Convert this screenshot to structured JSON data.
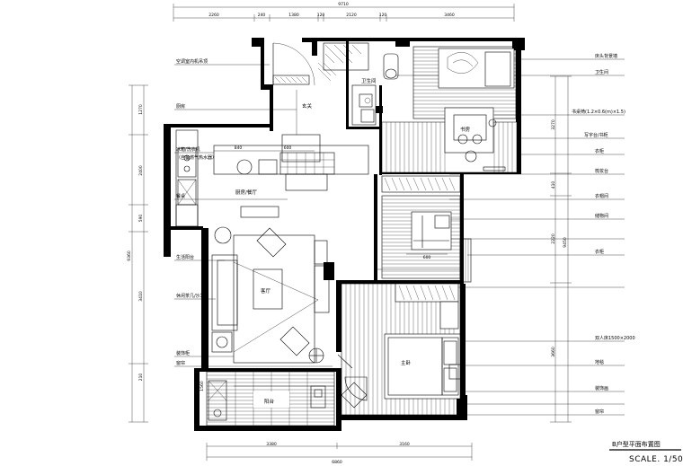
{
  "drawing": {
    "title": "B户型平面布置图",
    "scale": "SCALE. 1/50"
  },
  "dimensions_top": {
    "total": "9710",
    "segments": [
      "2260",
      "240",
      "1380",
      "120",
      "2120",
      "120",
      "3460"
    ]
  },
  "dimensions_bottom": {
    "segments": [
      "3380",
      "3160"
    ],
    "total": "6860"
  },
  "dimensions_left": [
    "1270",
    "2400",
    "590",
    "3410",
    "210"
  ],
  "dimensions_left_total": "9360",
  "dimensions_right": [
    "3270",
    "410",
    "2220",
    "3660"
  ],
  "dimensions_right_total": "9450",
  "dimensions_inner": [
    "840",
    "600",
    "3380",
    "1560"
  ],
  "labels_left": [
    "空调室内机吊顶",
    "厨房",
    "冰箱/洗衣机",
    "（自备燃气热水器）",
    "餐桌",
    "生活阳台",
    "休闲茶几/沙发",
    "装饰柜",
    "窗帘"
  ],
  "labels_right": [
    "床头背景墙",
    "卫生间",
    "书桌椅(1.2×0.6(m)×1.5)",
    "写字台/书柜",
    "衣柜",
    "梳妆台",
    "衣帽间",
    "储物间",
    "衣柜",
    "双人床1500×2000",
    "地毯",
    "装饰画",
    "窗帘"
  ],
  "rooms": {
    "entry": "玄关",
    "bath": "卫生间",
    "study": "书房",
    "dining": "厨房/餐厅",
    "living": "客厅",
    "master": "主卧",
    "balcony": "阳台",
    "closet": "衣帽间"
  }
}
